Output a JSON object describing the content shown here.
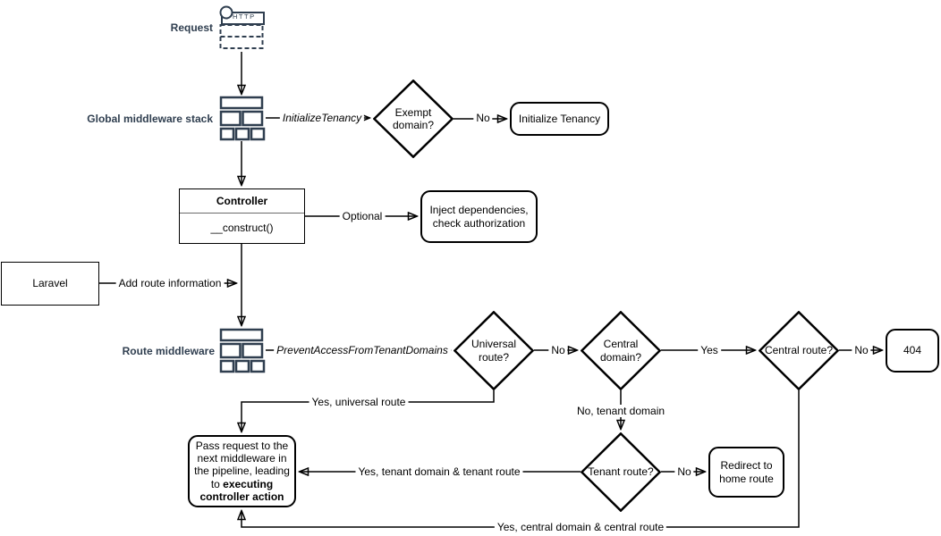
{
  "canvas": {
    "background": "#ffffff",
    "accent_text_color": "#2f3e4f",
    "shape_stroke_color": "#000000"
  },
  "stages": {
    "request_label": "Request",
    "http_label": "HTTP",
    "global_middleware_label": "Global middleware stack",
    "route_middleware_label": "Route middleware"
  },
  "nodes": {
    "exempt_domain": "Exempt domain?",
    "initialize_tenancy": "Initialize Tenancy",
    "controller_title": "Controller",
    "controller_member": "__construct()",
    "inject_dependencies": "Inject dependencies, check authorization",
    "laravel": "Laravel",
    "universal_route": "Universal route?",
    "central_domain": "Central domain?",
    "central_route": "Central route?",
    "not_found": "404",
    "tenant_route": "Tenant route?",
    "redirect_home": "Redirect to home route",
    "pass_request_text": "Pass request to the next middleware in the pipeline, leading to ",
    "pass_request_bold": "executing controller action"
  },
  "edge_labels": {
    "initialize_tenancy_middleware": "InitializeTenancy",
    "exempt_no": "No",
    "optional": "Optional",
    "add_route_information": "Add route information",
    "prevent_access_middleware": "PreventAccessFromTenantDomains",
    "universal_no": "No",
    "central_domain_yes": "Yes",
    "central_route_no": "No",
    "yes_universal_route": "Yes, universal route",
    "no_tenant_domain": "No, tenant domain",
    "tenant_no": "No",
    "yes_tenant_domain_route": "Yes, tenant domain & tenant route",
    "yes_central_domain_route": "Yes, central domain & central route"
  }
}
